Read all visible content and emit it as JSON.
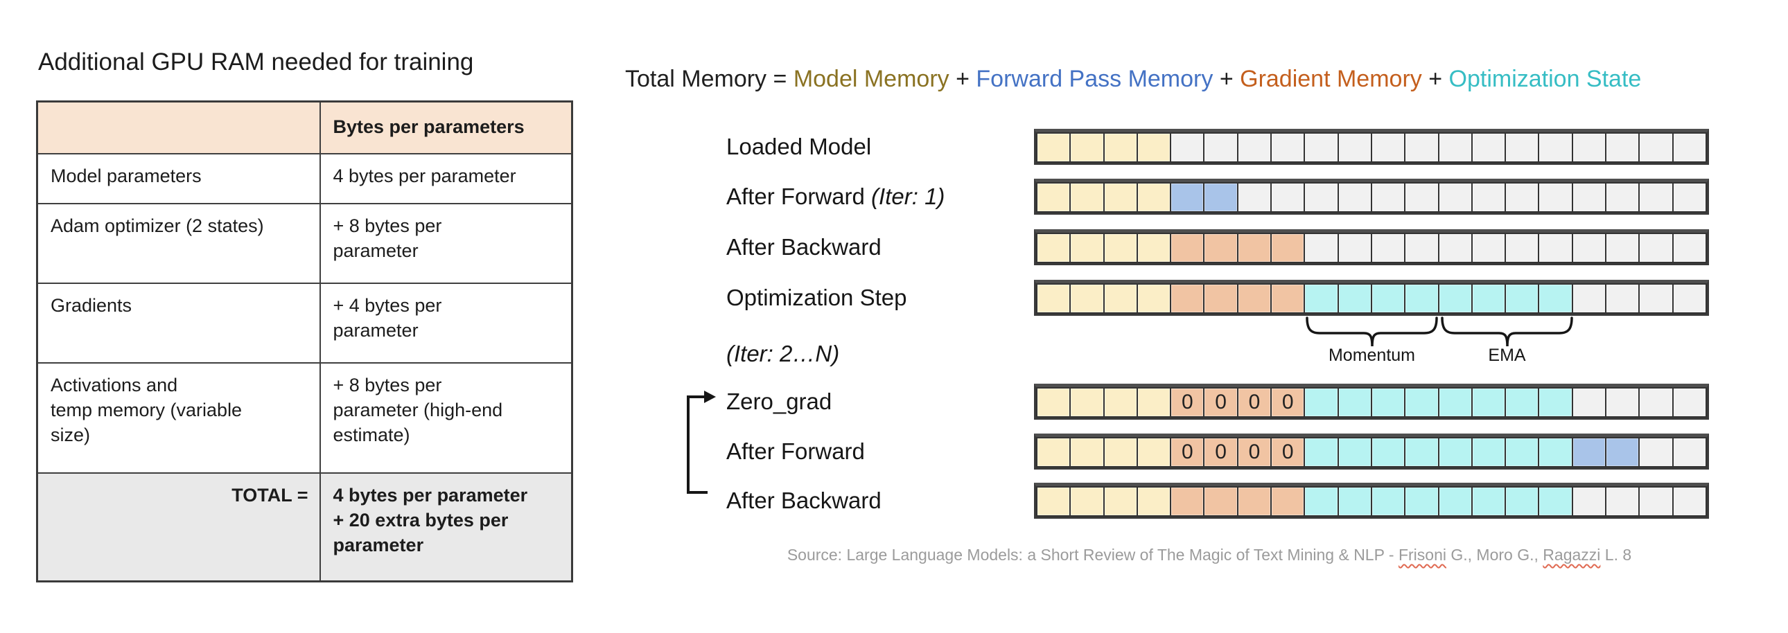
{
  "left": {
    "title": "Additional GPU RAM needed for training",
    "table": {
      "header_col2": "Bytes per parameters",
      "rows": [
        {
          "label": "Model parameters",
          "value": "4 bytes per parameter"
        },
        {
          "label": "Adam optimizer (2 states)",
          "value": "+ 8 bytes per\nparameter"
        },
        {
          "label": "Gradients",
          "value": "+ 4 bytes per\nparameter"
        },
        {
          "label": "Activations and\ntemp memory (variable\nsize)",
          "value": "+ 8 bytes per\nparameter (high-end\nestimate)"
        }
      ],
      "total": {
        "label": "TOTAL =",
        "value": "4 bytes per parameter\n+ 20 extra bytes per\nparameter"
      }
    }
  },
  "right": {
    "formula_parts": [
      {
        "text": "Total Memory = ",
        "color": "#1f1f1f"
      },
      {
        "text": "Model Memory",
        "color": "#8a7222"
      },
      {
        "text": " + ",
        "color": "#1f1f1f"
      },
      {
        "text": "Forward Pass Memory",
        "color": "#4472c4"
      },
      {
        "text": " + ",
        "color": "#1f1f1f"
      },
      {
        "text": "Gradient Memory",
        "color": "#c45f1d"
      },
      {
        "text": " + ",
        "color": "#1f1f1f"
      },
      {
        "text": "Optimization State",
        "color": "#36bdc4"
      }
    ],
    "cell_colors": {
      "model": "#fbeec7",
      "forward": "#a9c4e9",
      "gradient": "#f1c4a3",
      "optimizer": "#b7f3f2",
      "free": "#f1f1f1"
    },
    "rows": [
      {
        "label": "Loaded Model",
        "note": "",
        "segments": [
          {
            "type": "model",
            "n": 4
          },
          {
            "type": "free",
            "n": 16
          }
        ]
      },
      {
        "label": "After Forward",
        "note": "(Iter: 1)",
        "segments": [
          {
            "type": "model",
            "n": 4
          },
          {
            "type": "forward",
            "n": 2
          },
          {
            "type": "free",
            "n": 14
          }
        ]
      },
      {
        "label": "After Backward",
        "note": "",
        "segments": [
          {
            "type": "model",
            "n": 4
          },
          {
            "type": "gradient",
            "n": 4
          },
          {
            "type": "free",
            "n": 12
          }
        ]
      },
      {
        "label": "Optimization Step",
        "note": "",
        "segments": [
          {
            "type": "model",
            "n": 4
          },
          {
            "type": "gradient",
            "n": 4
          },
          {
            "type": "optimizer",
            "n": 8
          },
          {
            "type": "free",
            "n": 4
          }
        ]
      },
      {
        "label": "Zero_grad",
        "note": "",
        "segments": [
          {
            "type": "model",
            "n": 4
          },
          {
            "type": "gradient",
            "n": 4,
            "text": "0"
          },
          {
            "type": "optimizer",
            "n": 8
          },
          {
            "type": "free",
            "n": 4
          }
        ]
      },
      {
        "label": "After Forward",
        "note": "",
        "segments": [
          {
            "type": "model",
            "n": 4
          },
          {
            "type": "gradient",
            "n": 4,
            "text": "0"
          },
          {
            "type": "optimizer",
            "n": 8
          },
          {
            "type": "forward",
            "n": 2
          },
          {
            "type": "free",
            "n": 2
          }
        ]
      },
      {
        "label": "After Backward",
        "note": "",
        "segments": [
          {
            "type": "model",
            "n": 4
          },
          {
            "type": "gradient",
            "n": 4
          },
          {
            "type": "optimizer",
            "n": 8
          },
          {
            "type": "free",
            "n": 4
          }
        ]
      }
    ],
    "annotations": {
      "momentum": "Momentum",
      "ema": "EMA",
      "iter2n": "(Iter: 2…N)"
    },
    "source_parts": [
      {
        "text": "Source: Large Language Models: a Short Review of The Magic of Text Mining & NLP - "
      },
      {
        "text": "Frisoni",
        "wavy": true
      },
      {
        "text": " G., Moro G., "
      },
      {
        "text": "Ragazzi",
        "wavy": true
      },
      {
        "text": " L. 8"
      }
    ]
  }
}
